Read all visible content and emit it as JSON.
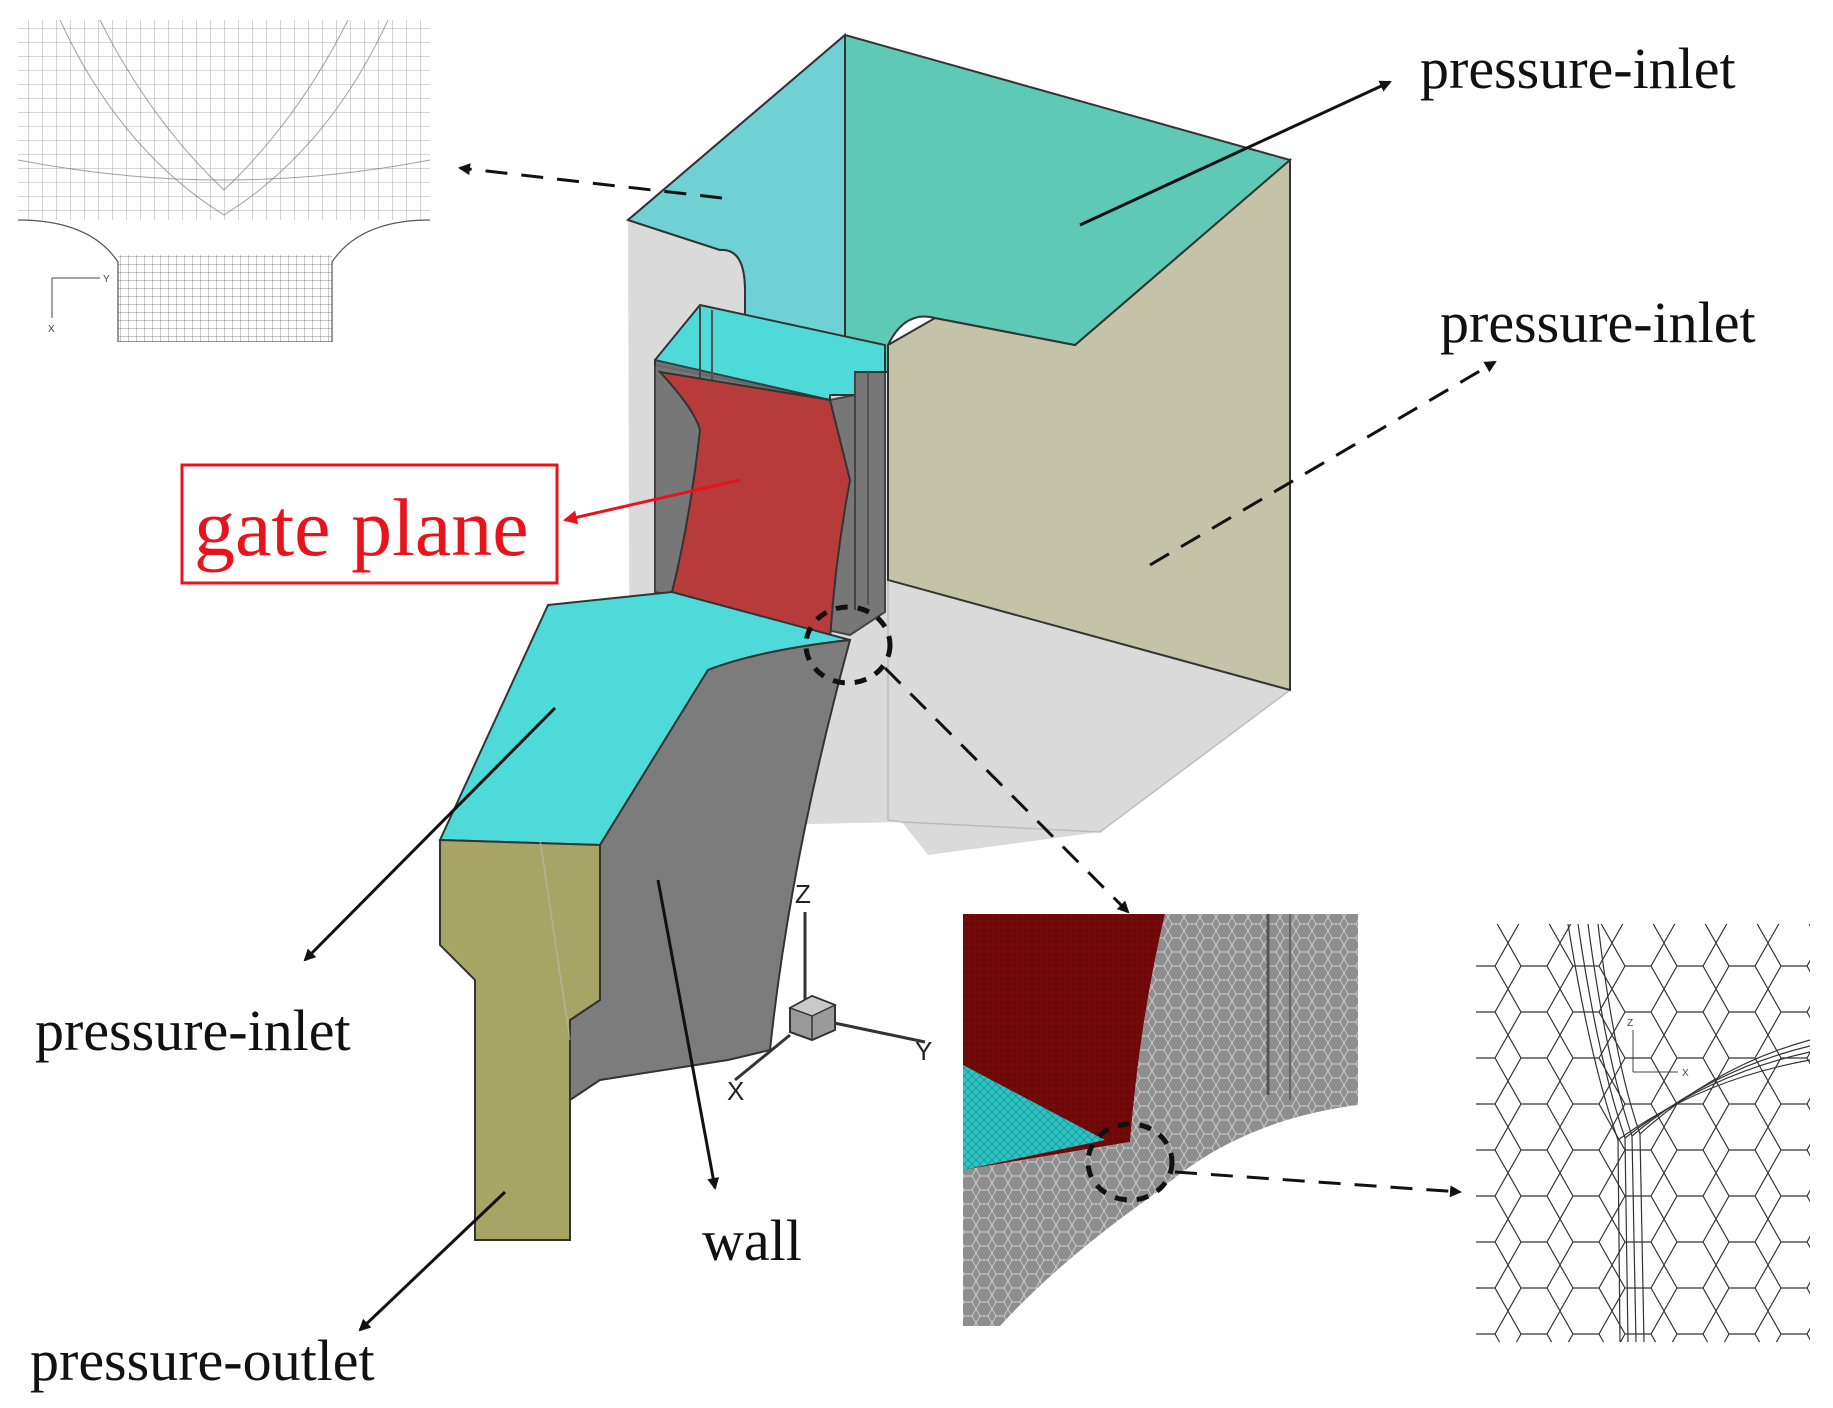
{
  "labels": {
    "inlet_top": "pressure-inlet",
    "inlet_right": "pressure-inlet",
    "inlet_left": "pressure-inlet",
    "outlet": "pressure-outlet",
    "wall": "wall",
    "gate_plane": "gate plane"
  },
  "axes": {
    "z": "Z",
    "x": "X",
    "y": "Y"
  },
  "inset_axes": {
    "mesh_left": {
      "a": "Y",
      "b": "X"
    },
    "mesh_right": {
      "a": "Z",
      "b": "X"
    }
  },
  "colors": {
    "cyan_face": "#5fd6d6",
    "teal_face": "#5ec9b4",
    "khaki_face": "#c5c3a7",
    "olive_face": "#a6a566",
    "wall_gray": "#7c7c7c",
    "gate_red": "#b73b3b",
    "label_red": "#e8141b"
  }
}
